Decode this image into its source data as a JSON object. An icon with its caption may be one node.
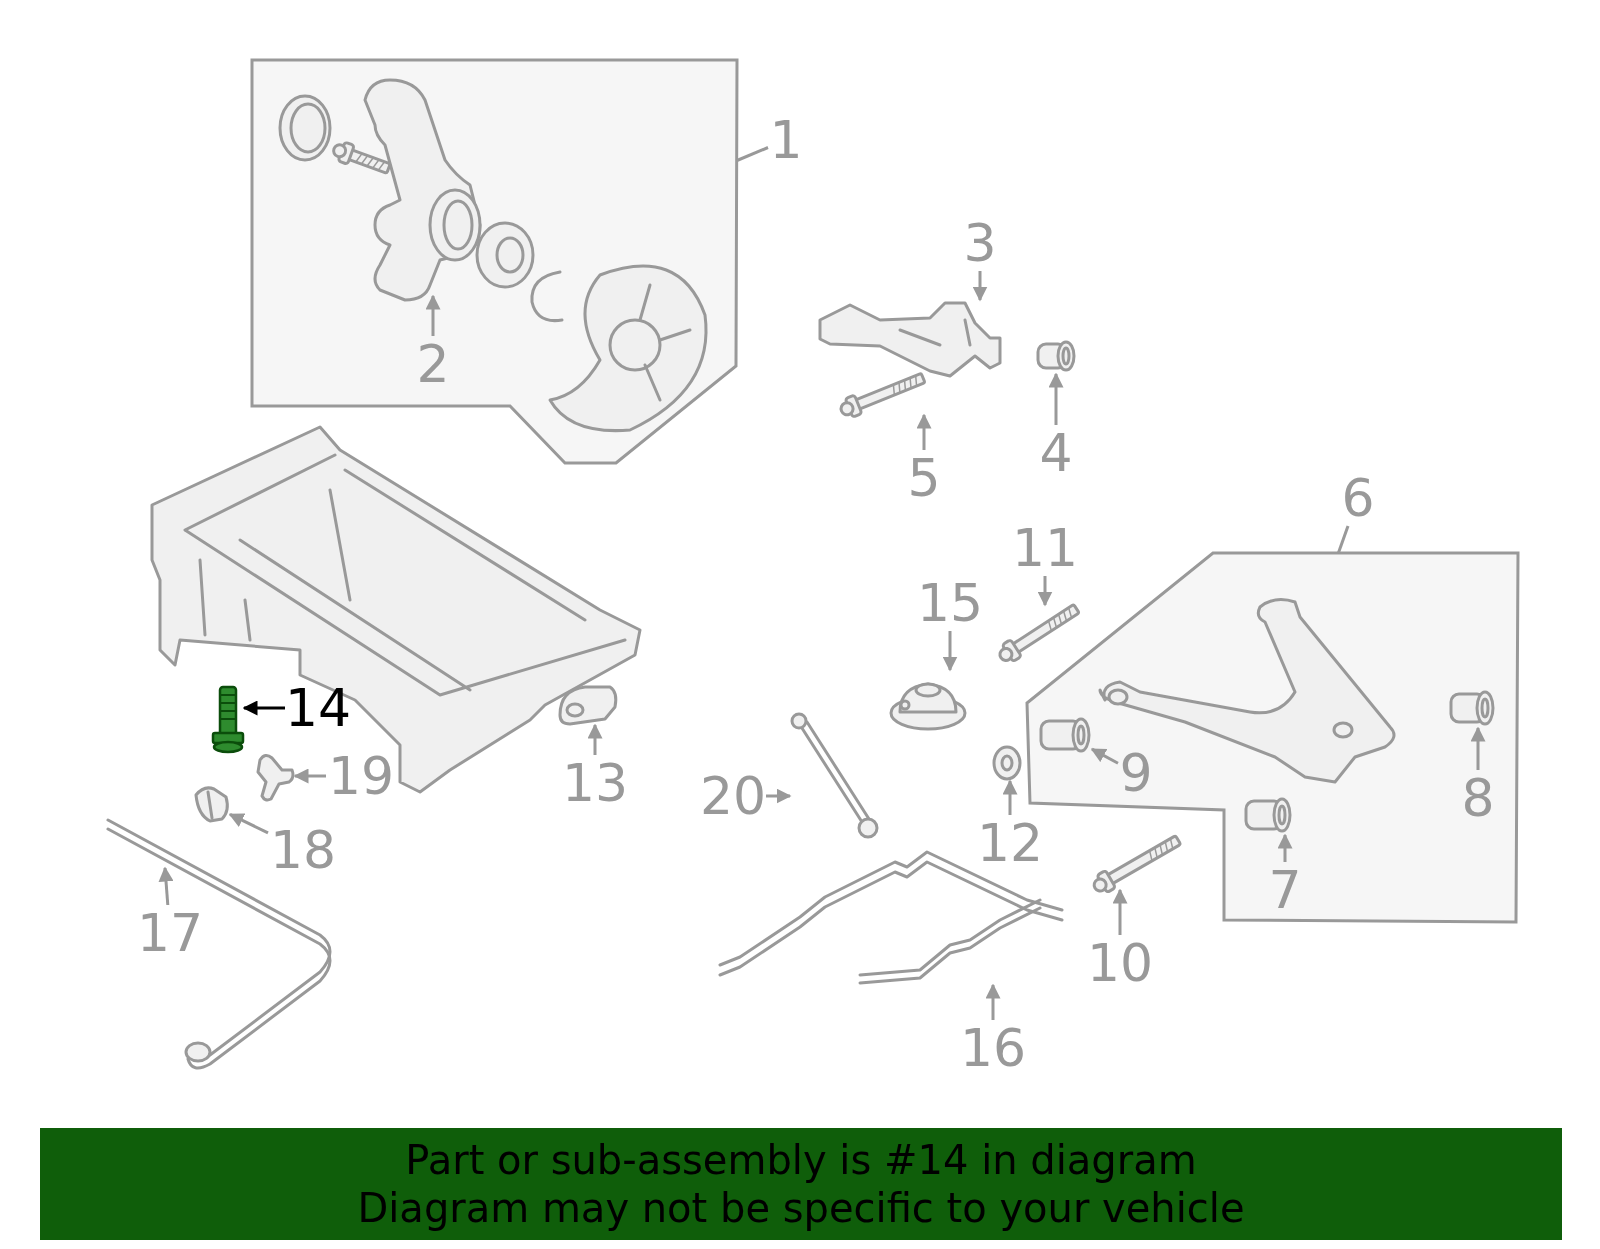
{
  "diagram": {
    "nodes": [
      {
        "text": [
          "1"
        ]
      },
      {
        "text": [],
        "shape": "box"
      },
      {
        "text": [],
        "shape": "picture",
        "in": 1
      },
      {
        "text": [
          "2"
        ],
        "in": 1
      },
      {
        "text": [
          "3"
        ]
      },
      {
        "text": [],
        "shape": "picture"
      },
      {
        "text": [
          "4"
        ]
      },
      {
        "text": [],
        "shape": "cylinder"
      },
      {
        "text": [
          "5"
        ]
      },
      {
        "text": [],
        "shape": "picture"
      },
      {
        "text": [
          "6"
        ]
      },
      {
        "text": [],
        "shape": "box"
      },
      {
        "text": [
          "7"
        ],
        "in": 11
      },
      {
        "text": [],
        "shape": "cylinder",
        "in": 11
      },
      {
        "text": [
          "8"
        ],
        "in": 11
      },
      {
        "text": [],
        "shape": "cylinder",
        "in": 11
      },
      {
        "text": [
          "9"
        ],
        "in": 11
      },
      {
        "text": [],
        "shape": "cylinder",
        "in": 11
      },
      {
        "text": [
          "10"
        ]
      },
      {
        "text": [],
        "shape": "picture"
      },
      {
        "text": [
          "11"
        ]
      },
      {
        "text": [],
        "shape": "picture"
      },
      {
        "text": [
          "12"
        ]
      },
      {
        "text": [],
        "shape": "picture"
      },
      {
        "text": [
          "13"
        ]
      },
      {
        "text": [],
        "shape": "picture"
      },
      {
        "text": [
          "14"
        ]
      },
      {
        "text": [],
        "shape": "picture"
      },
      {
        "text": [
          "15"
        ]
      },
      {
        "text": [],
        "shape": "picture"
      },
      {
        "text": [
          "16"
        ]
      },
      {
        "text": [],
        "shape": "bar"
      },
      {
        "text": [
          "17"
        ],
        "in": 33
      },
      {
        "text": [],
        "shape": "bar"
      },
      {
        "text": [
          "18"
        ],
        "in": 33
      },
      {
        "text": [],
        "shape": "picture"
      },
      {
        "text": [
          "19"
        ]
      },
      {
        "text": [],
        "shape": "picture"
      },
      {
        "text": [
          "20"
        ]
      },
      {
        "text": [],
        "shape": "picture"
      }
    ],
    "edges": [
      {
        "from": 0,
        "to": 1,
        "arrow": "none"
      },
      {
        "from": 3,
        "to": 2,
        "arrow": "to"
      },
      {
        "from": 4,
        "to": 5,
        "arrow": "to"
      },
      {
        "from": 6,
        "to": 7,
        "arrow": "to"
      },
      {
        "from": 8,
        "to": 9,
        "arrow": "to"
      },
      {
        "from": 10,
        "to": 11,
        "arrow": "none"
      },
      {
        "from": 12,
        "to": 13,
        "arrow": "to"
      },
      {
        "from": 14,
        "to": 15,
        "arrow": "to"
      },
      {
        "from": 16,
        "to": 17,
        "arrow": "to"
      },
      {
        "from": 18,
        "to": 19,
        "arrow": "to"
      },
      {
        "from": 20,
        "to": 21,
        "arrow": "to"
      },
      {
        "from": 22,
        "to": 23,
        "arrow": "to"
      },
      {
        "from": 24,
        "to": 25,
        "arrow": "to"
      },
      {
        "from": 26,
        "to": 27,
        "arrow": "to",
        "color": "#000000"
      },
      {
        "from": 28,
        "to": 29,
        "arrow": "to"
      },
      {
        "from": 30,
        "to": 31,
        "arrow": "to"
      },
      {
        "from": 32,
        "to": 33,
        "arrow": "to"
      },
      {
        "from": 34,
        "to": 35,
        "arrow": "to"
      },
      {
        "from": 36,
        "to": 37,
        "arrow": "to"
      },
      {
        "from": 38,
        "to": 39,
        "arrow": "to"
      }
    ],
    "labels": [
      "Part or sub-assembly is #14 in diagram",
      "Diagram may not be specific to your vehicle"
    ]
  }
}
